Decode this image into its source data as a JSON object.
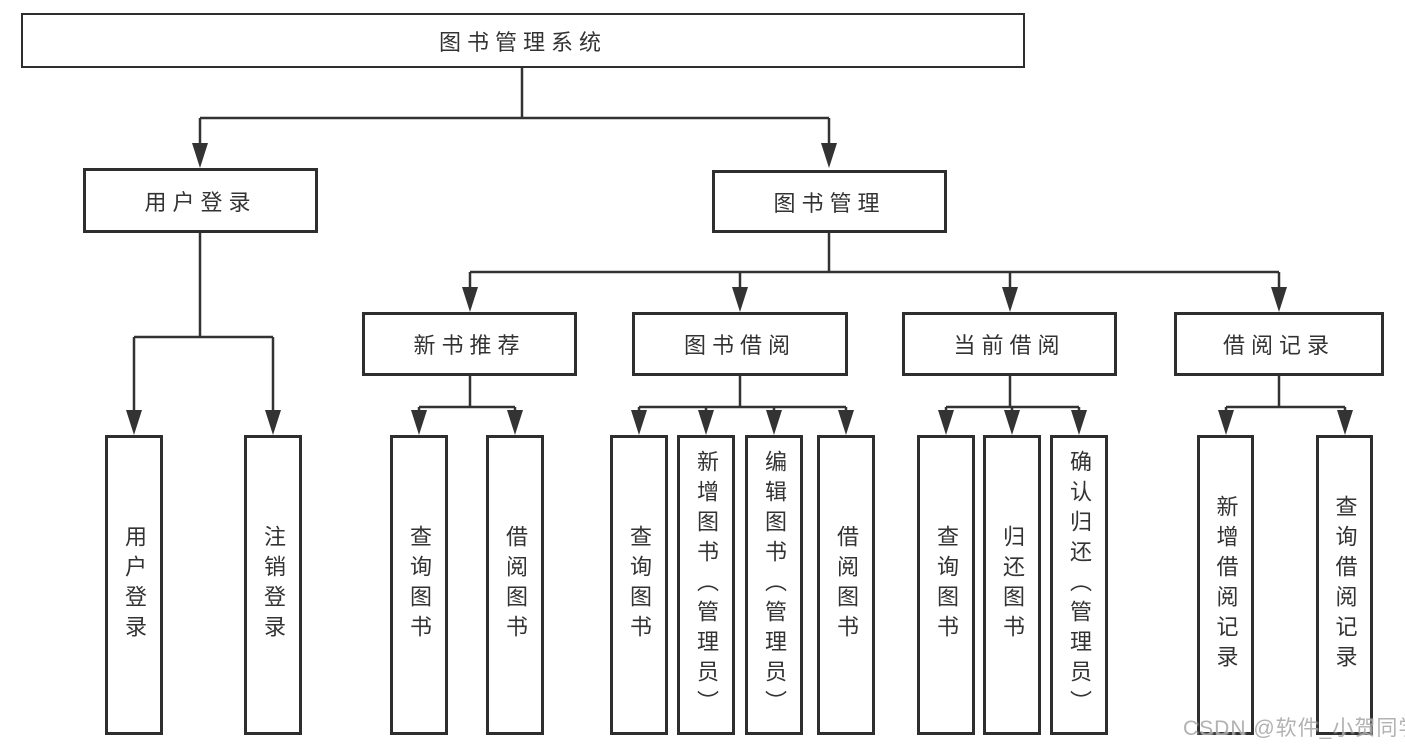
{
  "colors": {
    "background": "#ffffff",
    "box_border": "#2e2e2e",
    "connector_line": "#333333",
    "text": "#333333",
    "watermark": "#a5a5a5"
  },
  "watermark": {
    "text": "CSDN @软件_小贺同学"
  },
  "tree": {
    "label": "图书管理系统",
    "children": [
      {
        "label": "用户登录",
        "children": [
          {
            "label": "用户登录"
          },
          {
            "label": "注销登录"
          }
        ]
      },
      {
        "label": "图书管理",
        "children": [
          {
            "label": "新书推荐",
            "children": [
              {
                "label": "查询图书"
              },
              {
                "label": "借阅图书"
              }
            ]
          },
          {
            "label": "图书借阅",
            "children": [
              {
                "label": "查询图书"
              },
              {
                "label": "新增图书（管理员）"
              },
              {
                "label": "编辑图书（管理员）"
              },
              {
                "label": "借阅图书"
              }
            ]
          },
          {
            "label": "当前借阅",
            "children": [
              {
                "label": "查询图书"
              },
              {
                "label": "归还图书"
              },
              {
                "label": "确认归还（管理员）"
              }
            ]
          },
          {
            "label": "借阅记录",
            "children": [
              {
                "label": "新增借阅记录"
              },
              {
                "label": "查询借阅记录"
              }
            ]
          }
        ]
      }
    ]
  }
}
